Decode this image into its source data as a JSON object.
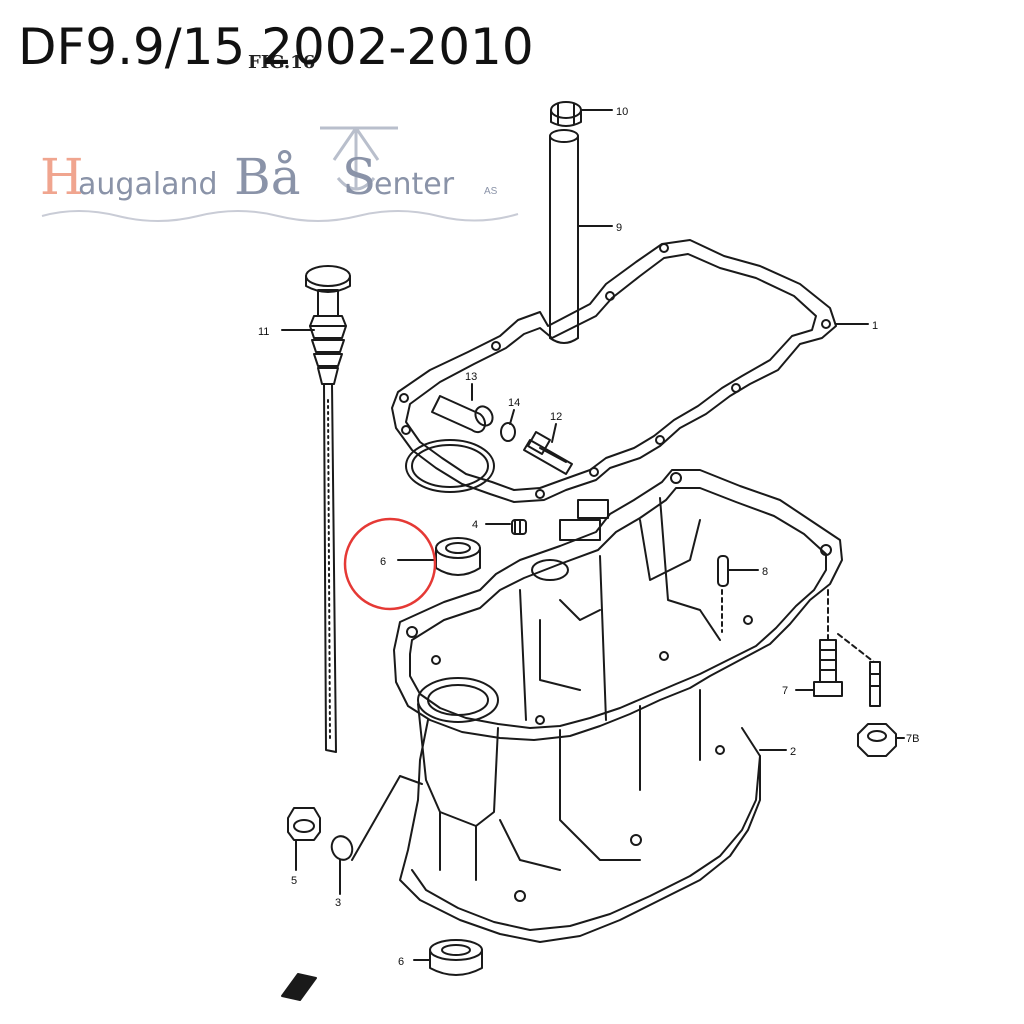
{
  "header": {
    "title": "DF9.9/15 2002-2010",
    "fig_label": "FIG.16"
  },
  "logo": {
    "name_part1": "H",
    "name_part2": "augaland",
    "name_part3": "Bå",
    "name_part4": "S",
    "name_part5": "enter",
    "suffix": "AS",
    "color_main": "#8a93a8",
    "color_accent": "#f0a58f"
  },
  "highlight": {
    "part_number": "6",
    "color": "#e53935"
  },
  "parts": {
    "p1": "1",
    "p2": "2",
    "p3": "3",
    "p4": "4",
    "p5": "5",
    "p6_top": "6",
    "p6_bottom": "6",
    "p7": "7",
    "p7b": "7B",
    "p8": "8",
    "p9": "9",
    "p10": "10",
    "p11": "11",
    "p12": "12",
    "p13": "13",
    "p14": "14"
  }
}
